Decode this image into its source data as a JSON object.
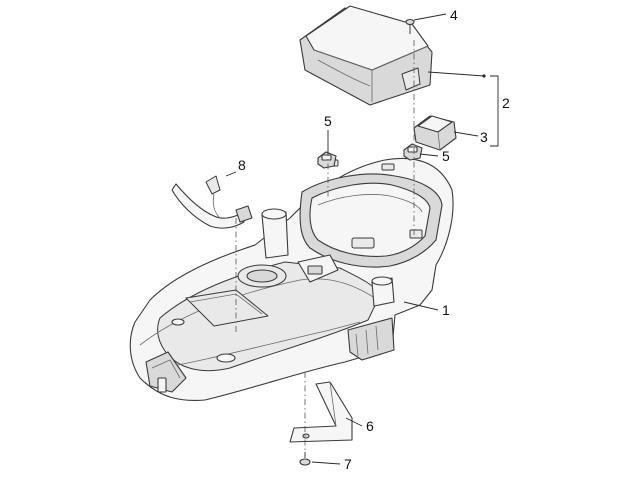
{
  "callouts": [
    {
      "id": "callout-1",
      "label": "1"
    },
    {
      "id": "callout-2",
      "label": "2"
    },
    {
      "id": "callout-3",
      "label": "3"
    },
    {
      "id": "callout-4",
      "label": "4"
    },
    {
      "id": "callout-5a",
      "label": "5"
    },
    {
      "id": "callout-5b",
      "label": "5"
    },
    {
      "id": "callout-6",
      "label": "6"
    },
    {
      "id": "callout-7",
      "label": "7"
    },
    {
      "id": "callout-8",
      "label": "8"
    }
  ]
}
